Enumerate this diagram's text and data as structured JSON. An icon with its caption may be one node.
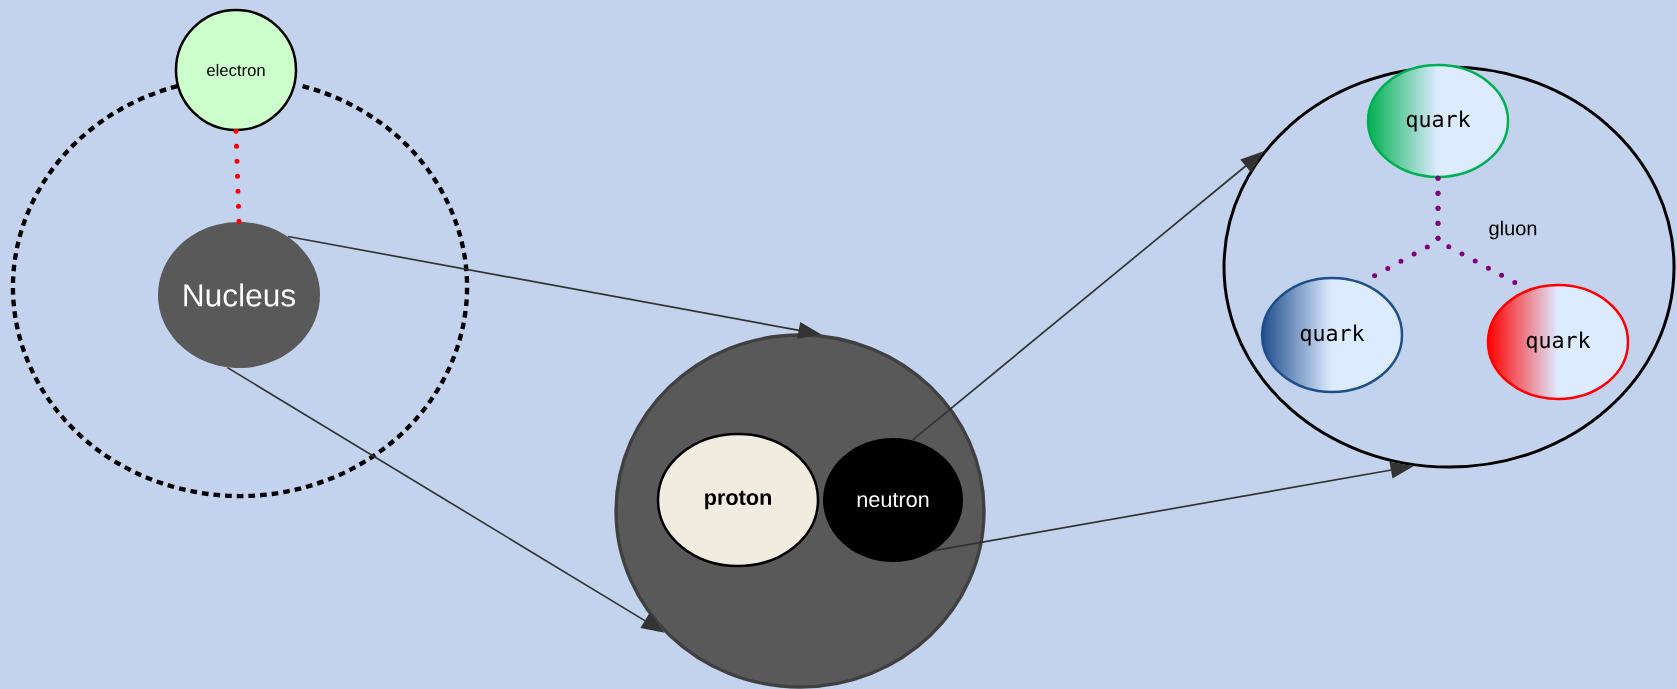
{
  "diagram": {
    "nodes": [
      {
        "text": [],
        "shape": "circle"
      },
      {
        "text": [
          "electron"
        ]
      },
      {
        "text": [
          "Nucleus"
        ],
        "in": 0
      },
      {
        "text": [],
        "shape": "circle"
      },
      {
        "text": [
          "proton"
        ],
        "in": 3
      },
      {
        "text": [
          "neutron"
        ],
        "in": 3
      },
      {
        "text": [],
        "shape": "circle"
      },
      {
        "text": [
          "quark"
        ],
        "in": 6
      },
      {
        "text": [
          "quark"
        ],
        "in": 6
      },
      {
        "text": [
          "quark"
        ],
        "in": 6
      }
    ],
    "edges": [
      {
        "from": 1,
        "to": 2,
        "arrow": "none",
        "style": "dashed",
        "color": "#ff0000"
      },
      {
        "from": 2,
        "to": 3,
        "arrow": "to"
      },
      {
        "from": 2,
        "to": 3,
        "arrow": "to"
      },
      {
        "from": 5,
        "to": 6,
        "arrow": "to"
      },
      {
        "from": 5,
        "to": 6,
        "arrow": "to"
      },
      {
        "from": 7,
        "to": 8,
        "arrow": "none",
        "style": "dashed",
        "color": "#800080"
      },
      {
        "from": 7,
        "to": 9,
        "arrow": "none",
        "style": "dashed",
        "color": "#800080"
      }
    ],
    "labels": [
      "gluon"
    ]
  }
}
